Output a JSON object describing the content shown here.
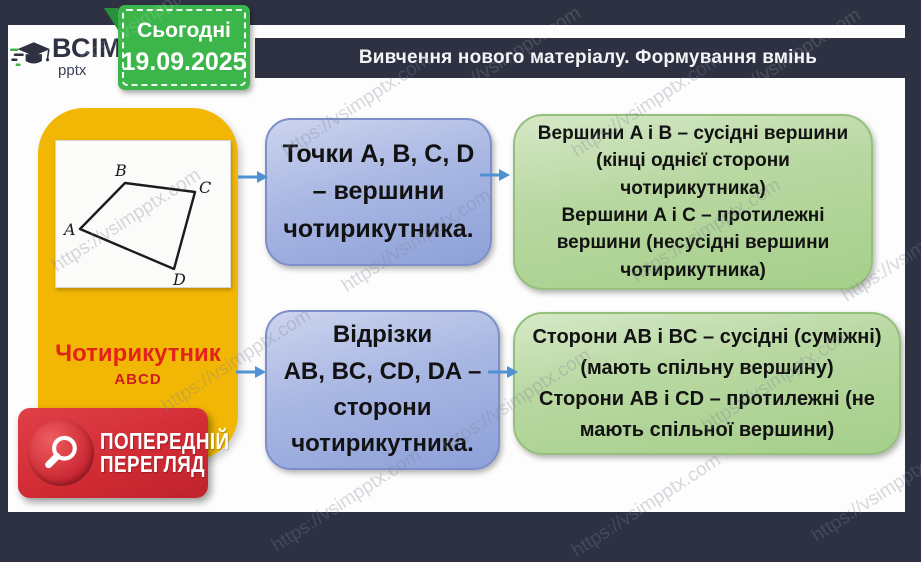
{
  "header": {
    "logo": {
      "brand": "ВСІМ",
      "sub": "pptx"
    },
    "date_badge": {
      "label": "Сьогодні",
      "date": "19.09.2025"
    },
    "title": "Вивчення нового матеріалу. Формування вмінь"
  },
  "left_card": {
    "title": "Чотирикутник",
    "subtitle": "ABCD",
    "diagram": {
      "vertices": [
        "A",
        "B",
        "C",
        "D"
      ]
    }
  },
  "rows": [
    {
      "blue_lines": [
        "Точки A, B, C, D",
        "– вершини",
        "чотирикутника."
      ],
      "green_lines": [
        "Вершини A і B – сусідні вершини",
        "(кінці однієї сторони",
        "чотирикутника)",
        "Вершини A і C – протилежні",
        "вершини (несусідні вершини",
        "чотирикутника)"
      ]
    },
    {
      "blue_lines": [
        "Відрізки",
        "AB, BC, CD, DA –",
        "сторони",
        "чотирикутника."
      ],
      "green_lines": [
        "Сторони AB і BC – сусідні (суміжні)",
        "(мають спільну вершину)",
        "Сторони AB і CD – протилежні (не",
        "мають спільної вершини)"
      ]
    }
  ],
  "preview_badge": {
    "line1": "ПОПЕРЕДНІЙ",
    "line2": "ПЕРЕГЛЯД"
  },
  "watermark": {
    "text": "https://vsimpptx.com"
  },
  "colors": {
    "navy": "#2d3142",
    "yellow": "#f2b705",
    "badge_green": "#3cb54a",
    "box_blue": "#8da0d8",
    "box_green": "#a5cf8a",
    "accent_red": "#d02a33",
    "title_red": "#e2231a",
    "arrow_blue": "#4e92d2"
  }
}
